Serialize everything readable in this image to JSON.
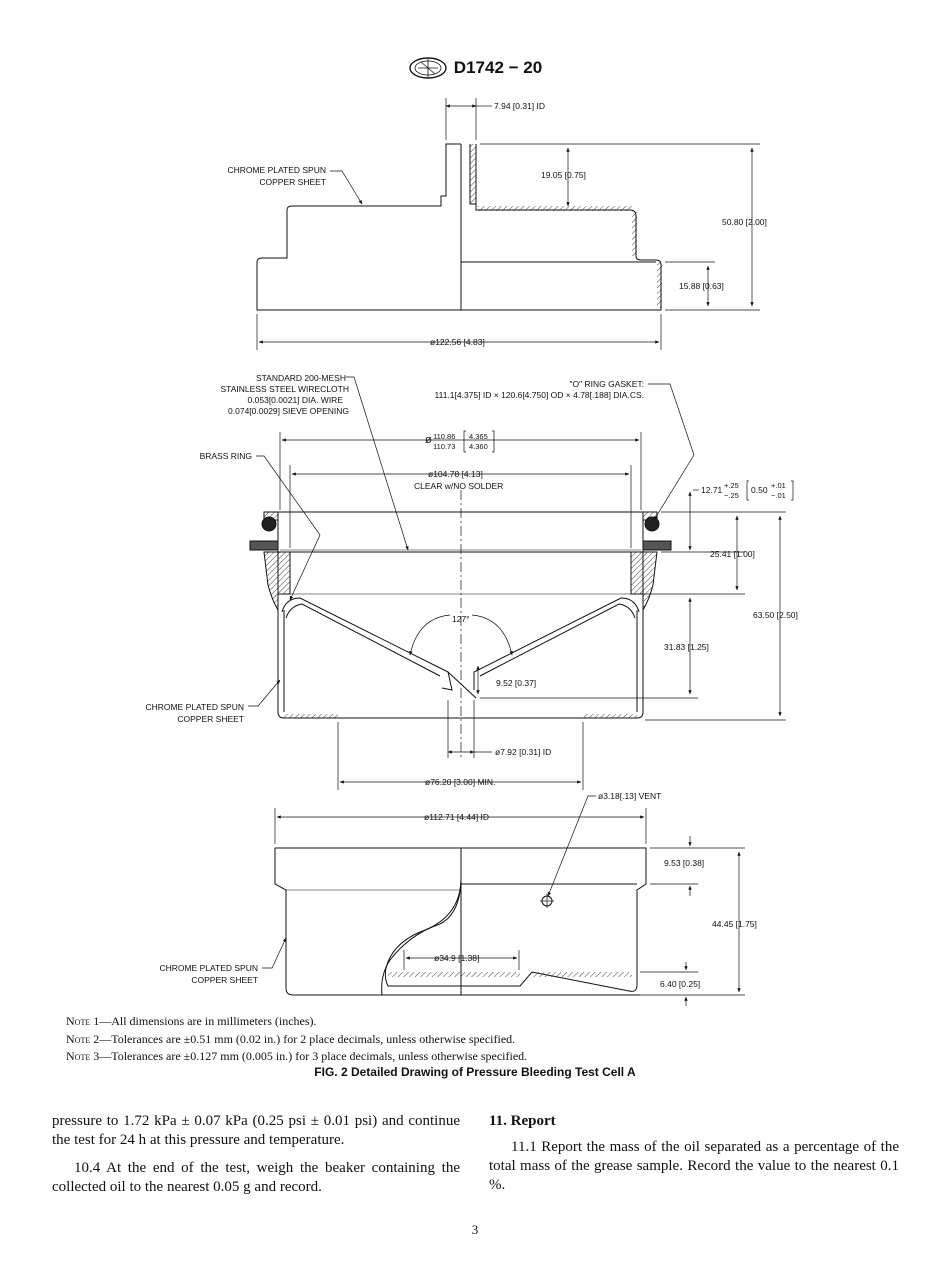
{
  "header": {
    "designation": "D1742 − 20"
  },
  "drawing": {
    "top": {
      "dim_id": "7.94 [0.31] ID",
      "dim_neck": "19.05 [0.75]",
      "dim_total": "50.80 [2.00]",
      "dim_lip": "15.88 [0.63]",
      "dim_dia": "ø122.56 [4.83]",
      "label1": "CHROME PLATED SPUN",
      "label2": "COPPER SHEET"
    },
    "middle": {
      "mesh1": "STANDARD 200-MESH",
      "mesh2": "STAINLESS STEEL WIRECLOTH",
      "mesh3": "0.053[0.0021] DIA. WIRE",
      "mesh4": "0.074[0.0029] SIEVE OPENING",
      "oring1": "\"O\" RING GASKET:",
      "oring2": "111.1[4.375] ID × 120.6[4.750] OD × 4.78[.188] DIA.CS.",
      "brass": "BRASS RING",
      "dia_sym": "ø",
      "dia_hi": "110.86",
      "dia_lo": "110.73",
      "dia_in_hi": "4.365",
      "dia_in_lo": "4.360",
      "clear1": "ø104.78 [4.13]",
      "clear2": "CLEAR w/NO SOLDER",
      "tol_base": "12.71",
      "tol_plus": "+.25",
      "tol_minus": "−.25",
      "tol_in_base": "0.50",
      "tol_in_plus": "+.01",
      "tol_in_minus": "−.01",
      "dim_ring": "25.41 [1.00]",
      "dim_total": "63.50 [2.50]",
      "dim_cone": "31.83 [1.25]",
      "angle": "127°",
      "dim_tip": "9.52 [0.37]",
      "dim_hole": "ø7.92 [0.31] ID",
      "dim_min": "ø76.20 [3.00] MIN.",
      "label1": "CHROME PLATED SPUN",
      "label2": "COPPER SHEET"
    },
    "bottom": {
      "vent": "ø3.18[.13] VENT",
      "dim_id": "ø112.71 [4.44] ID",
      "dim_rim": "9.53 [0.38]",
      "dim_total": "44.45 [1.75]",
      "dim_base": "ø34.9 [1.38]",
      "dim_floor": "6.40 [0.25]",
      "label1": "CHROME PLATED SPUN",
      "label2": "COPPER SHEET"
    }
  },
  "notes": [
    {
      "lead": "Note 1",
      "text": "—All dimensions are in millimeters (inches)."
    },
    {
      "lead": "Note 2",
      "text": "—Tolerances are ±0.51 mm (0.02 in.) for 2 place decimals, unless otherwise specified."
    },
    {
      "lead": "Note 3",
      "text": "—Tolerances are ±0.127 mm (0.005 in.) for 3 place decimals, unless otherwise specified."
    }
  ],
  "caption": "FIG. 2 Detailed Drawing of Pressure Bleeding Test Cell A",
  "body": {
    "left_p1": "pressure to 1.72 kPa ± 0.07 kPa (0.25 psi ± 0.01 psi) and continue the test for 24 h at this pressure and temperature.",
    "left_p2": "10.4 At the end of the test, weigh the beaker containing the collected oil to the nearest 0.05 g and record.",
    "right_heading": "11. Report",
    "right_p1": "11.1 Report the mass of the oil separated as a percentage of the total mass of the grease sample. Record the value to the nearest 0.1 %."
  },
  "page_number": "3"
}
